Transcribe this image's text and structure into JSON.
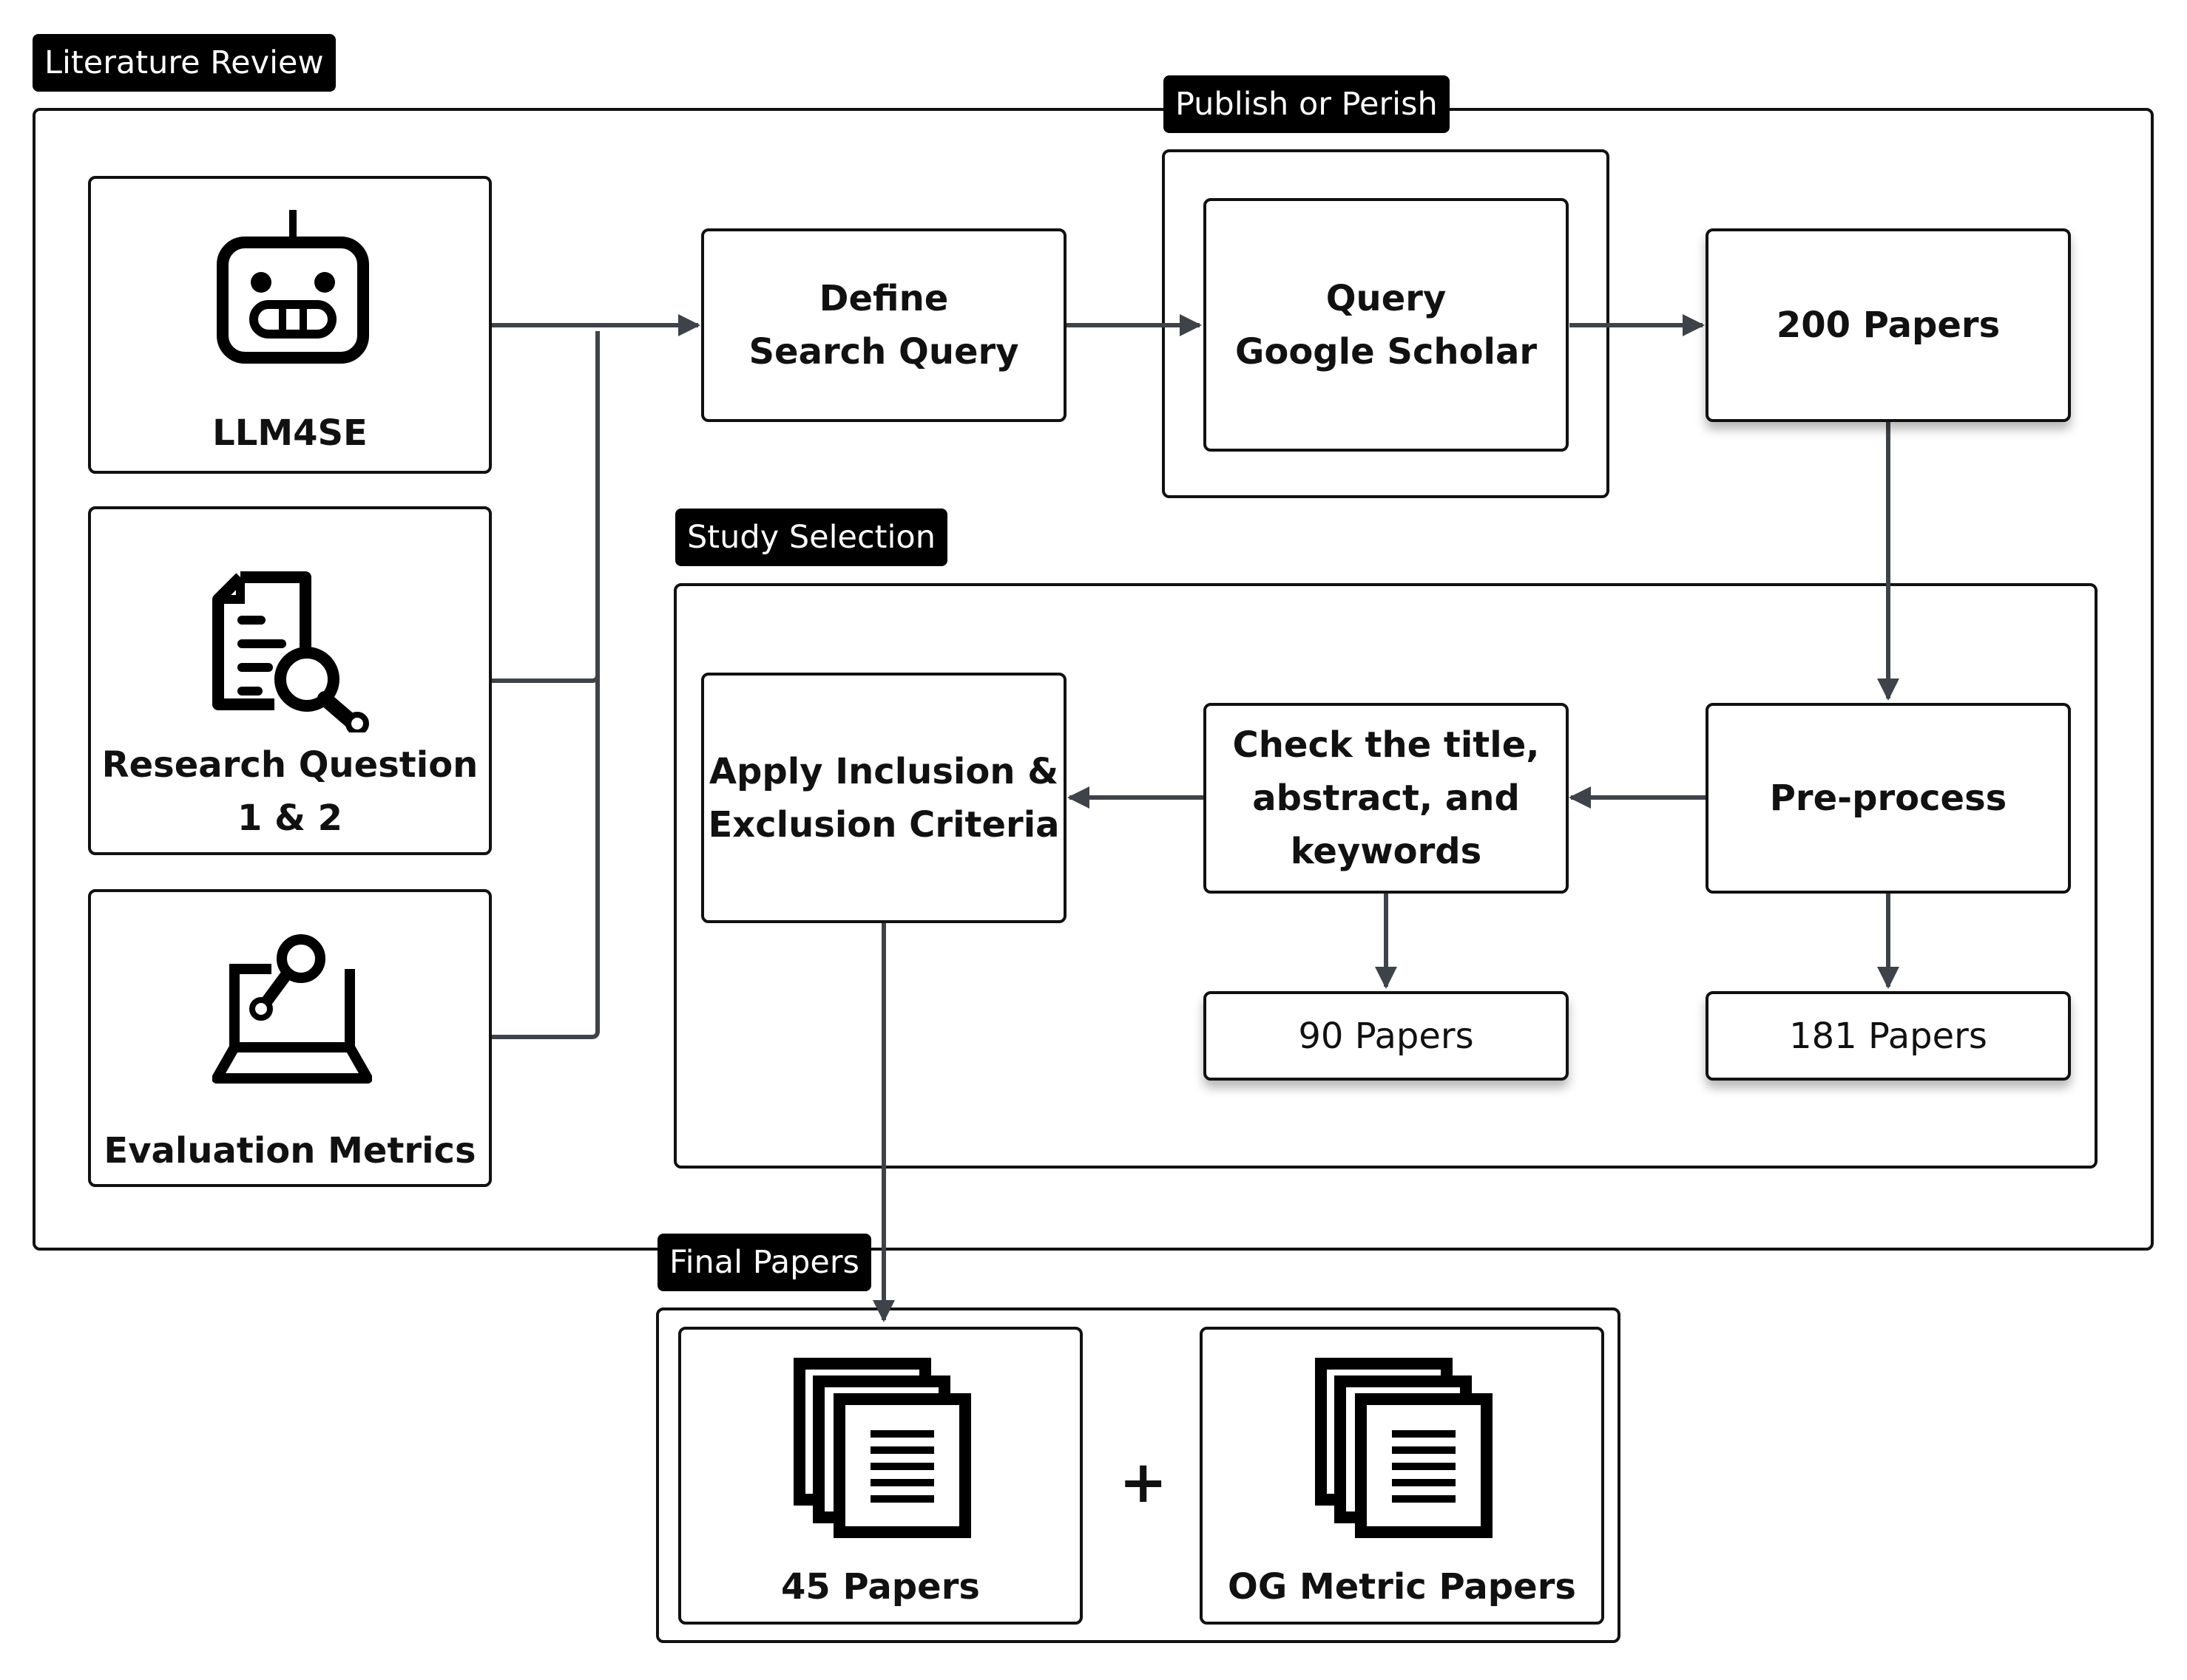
{
  "sections": {
    "literature_review": "Literature Review",
    "publish_or_perish": "Publish or Perish",
    "study_selection": "Study Selection",
    "final_papers": "Final Papers"
  },
  "inputs": {
    "llm4se": "LLM4SE",
    "research_question": [
      "Research Question",
      "1 & 2"
    ],
    "evaluation_metrics": "Evaluation Metrics"
  },
  "steps": {
    "define_search_query": [
      "Define",
      "Search Query"
    ],
    "query_google_scholar": [
      "Query",
      "Google Scholar"
    ],
    "papers_200": "200 Papers",
    "pre_process": "Pre-process",
    "papers_181": "181 Papers",
    "check_title": [
      "Check the title,",
      "abstract, and",
      "keywords"
    ],
    "papers_90": "90 Papers",
    "apply_criteria": [
      "Apply Inclusion &",
      "Exclusion Criteria"
    ]
  },
  "final": {
    "papers_45": "45 Papers",
    "plus": "+",
    "og_metric_papers": "OG Metric Papers"
  },
  "icons": {
    "llm4se": "robot-icon",
    "research_question": "document-search-icon",
    "evaluation_metrics": "laptop-search-icon",
    "papers_45": "papers-stack-icon",
    "og_metric_papers": "papers-stack-icon"
  },
  "colors": {
    "stroke": "#111111",
    "connector": "#3e434a",
    "tag_bg": "#000000",
    "tag_text": "#ffffff"
  }
}
